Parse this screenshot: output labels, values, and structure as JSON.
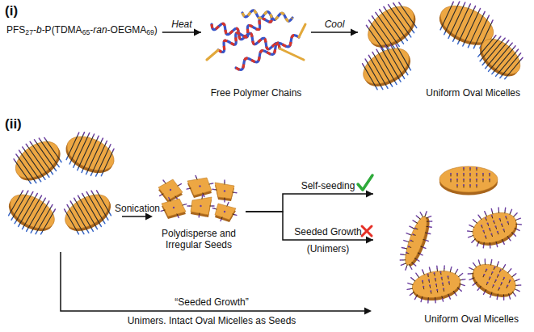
{
  "diagram": {
    "nodes": [
      {
        "text": [
          "PFS27-b-P(TDMA65-ran-OEGMA69)"
        ]
      },
      {
        "text": [
          "Free Polymer Chains"
        ]
      },
      {
        "text": [
          "Uniform Oval Micelles"
        ]
      },
      {
        "text": [
          "Polydisperse and Irregular Seeds"
        ]
      },
      {
        "text": [
          "Uniform Oval Micelles"
        ]
      }
    ],
    "edges": [
      {
        "from": 0,
        "to": 1,
        "arrow": "to",
        "label": "Heat"
      },
      {
        "from": 1,
        "to": 2,
        "arrow": "to",
        "label": "Cool"
      },
      {
        "from": 3,
        "to": 4,
        "arrow": "to",
        "label": "Self-seeding"
      },
      {
        "from": 3,
        "to": 4,
        "arrow": "to",
        "label": "Seeded Growth"
      }
    ],
    "labels": [
      "(i)",
      "(ii)",
      "Sonication",
      "(Unimers)",
      "“Seeded Growth”",
      "Unimers. Intact Oval Micelles as Seeds"
    ]
  }
}
